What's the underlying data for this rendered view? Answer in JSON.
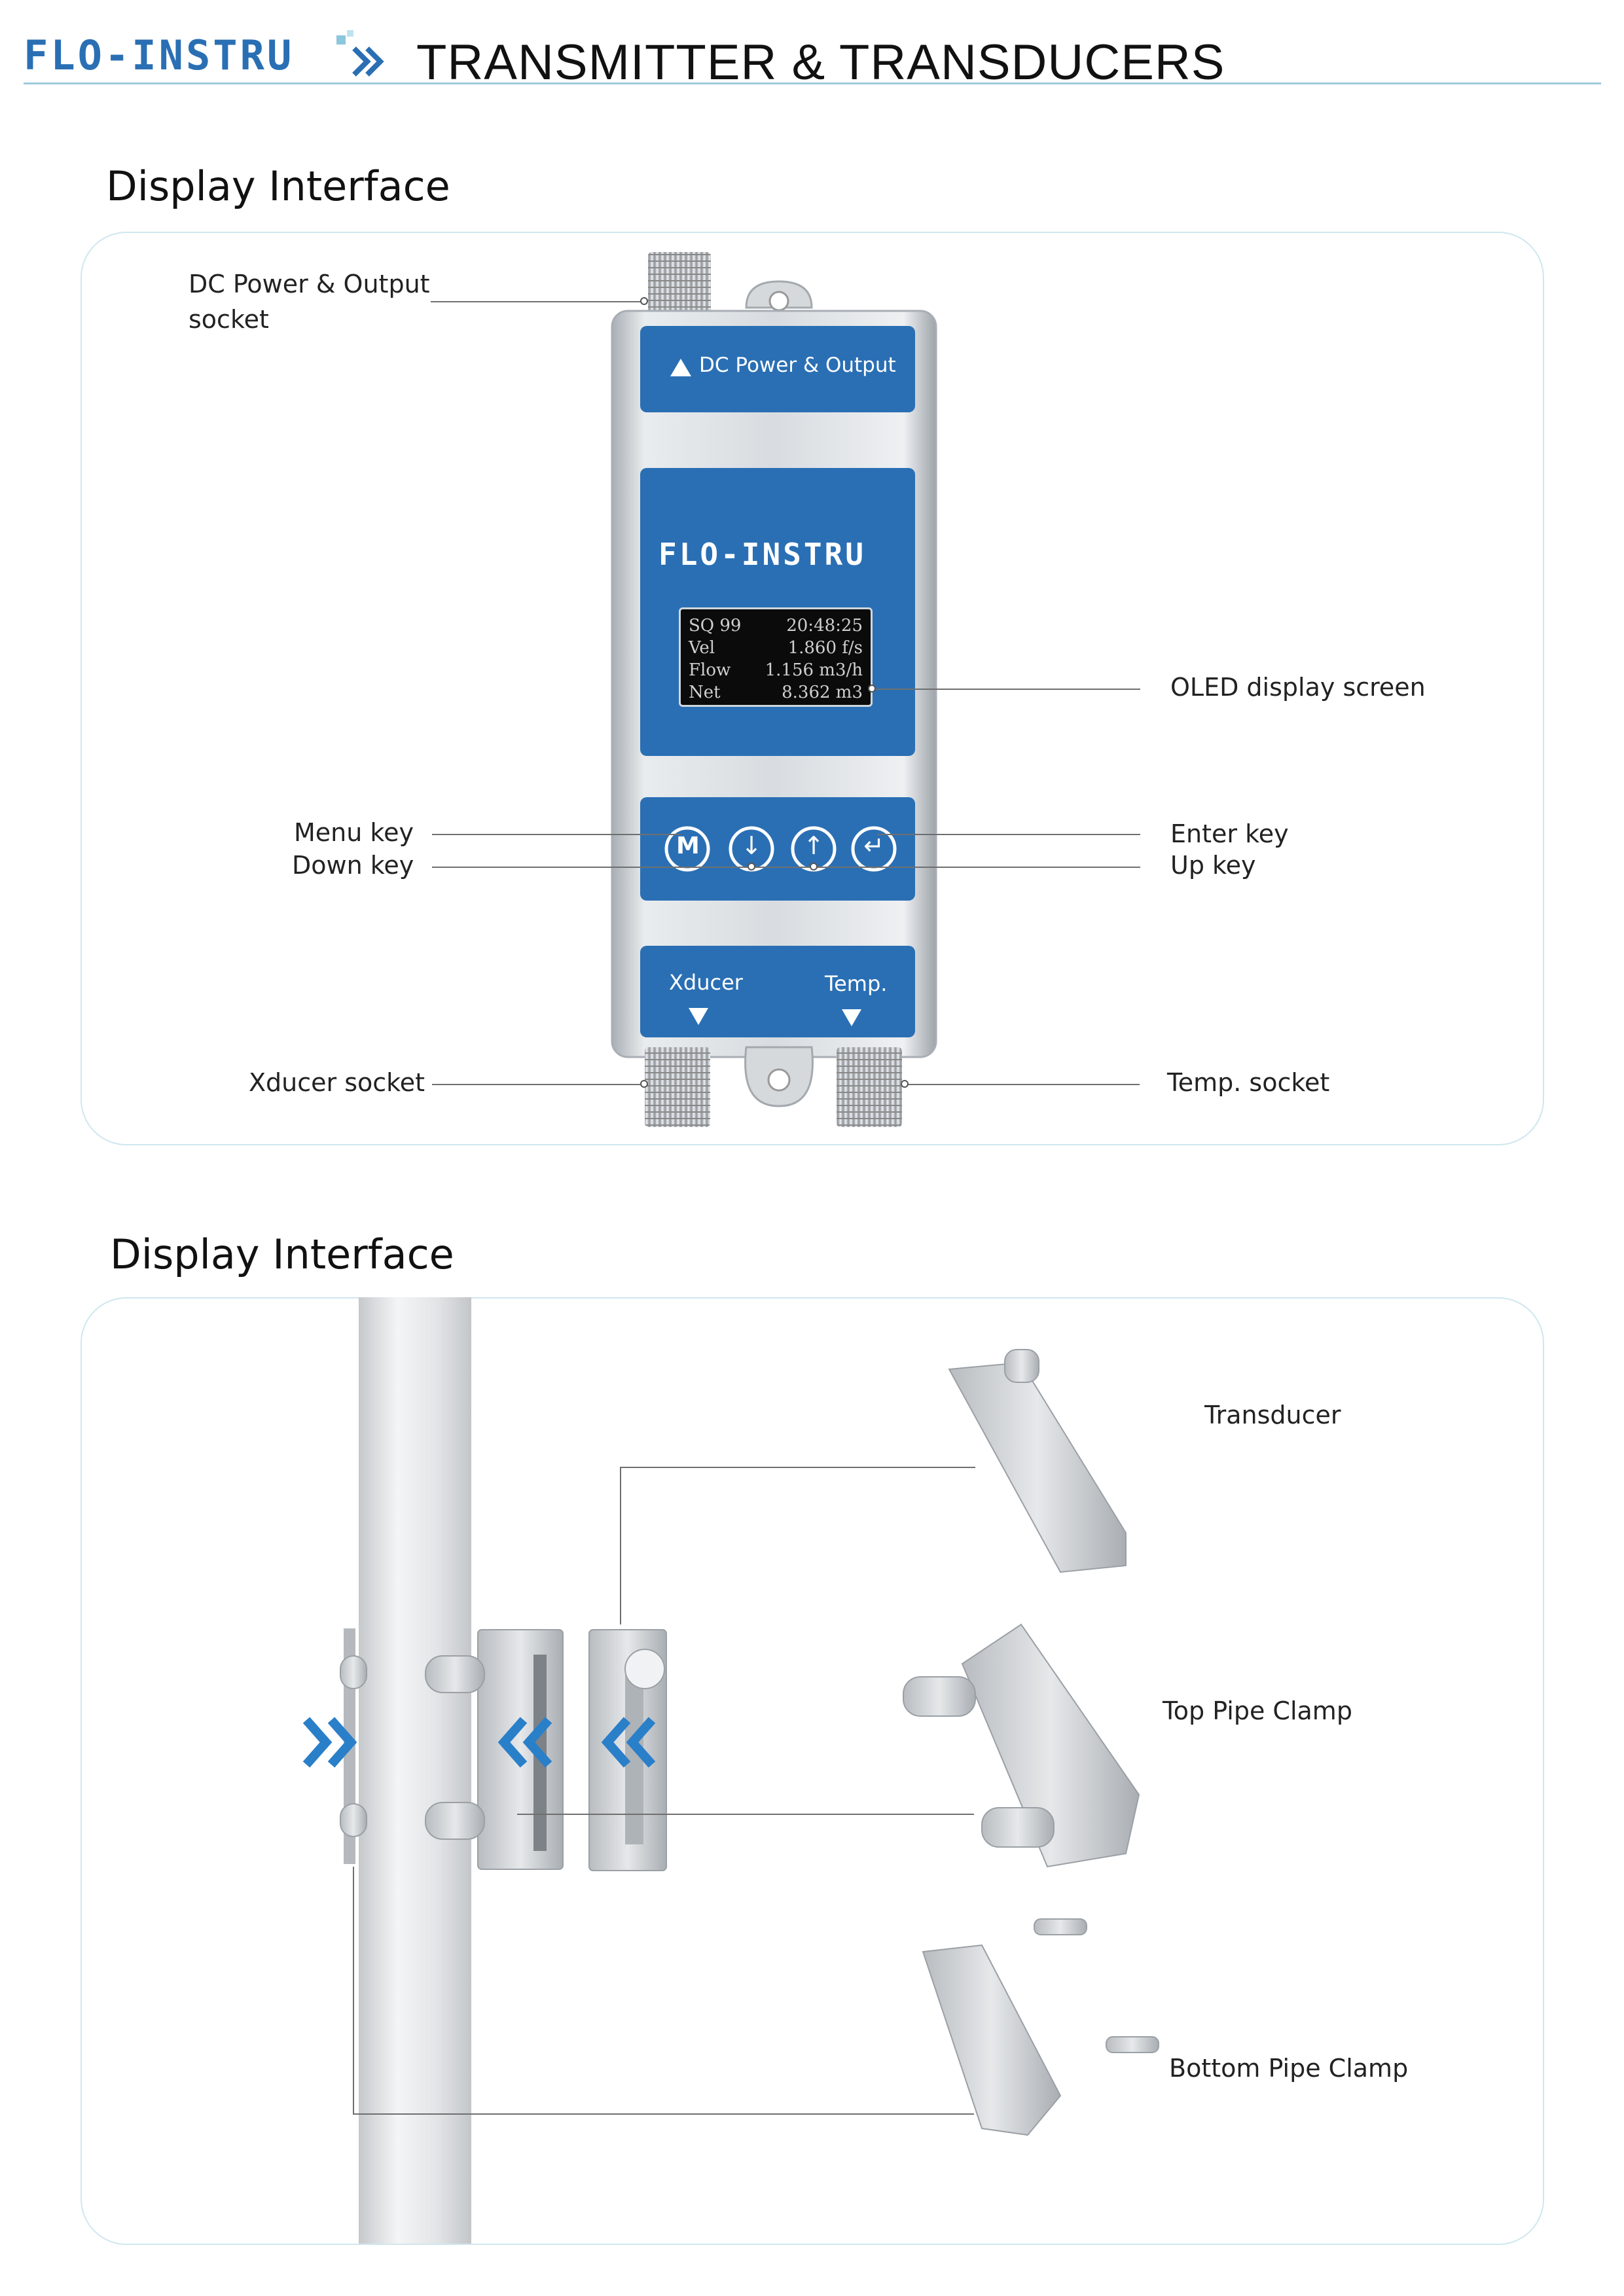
{
  "header": {
    "brand": "FLO-INSTRU",
    "title": "TRANSMITTER & TRANSDUCERS"
  },
  "section1": {
    "title": "Display Interface",
    "device": {
      "top_label": "DC Power & Output",
      "brand": "FLO-INSTRU",
      "oled_rows": [
        {
          "left": "SQ 99",
          "right": "20:48:25"
        },
        {
          "left": "Vel",
          "right": "1.860 f/s"
        },
        {
          "left": "Flow",
          "right": "1.156 m3/h"
        },
        {
          "left": "Net",
          "right": "8.362 m3"
        }
      ],
      "keys": [
        "M",
        "↓",
        "↑",
        "↵"
      ],
      "bottom_left": "Xducer",
      "bottom_right": "Temp."
    },
    "callouts": {
      "dc_power": [
        "DC Power & Output",
        "socket"
      ],
      "oled": "OLED display screen",
      "menu": "Menu key",
      "down": "Down key",
      "enter": "Enter key",
      "up": "Up key",
      "xducer": "Xducer socket",
      "temp": "Temp. socket"
    }
  },
  "section2": {
    "title": "Display Interface",
    "callouts": {
      "transducer": "Transducer",
      "top_clamp": "Top Pipe Clamp",
      "bottom_clamp": "Bottom Pipe Clamp"
    }
  },
  "colors": {
    "accent_blue": "#2a6fb4",
    "panel_border": "#cfe7ef",
    "brand_green": "#2a7fa8"
  }
}
